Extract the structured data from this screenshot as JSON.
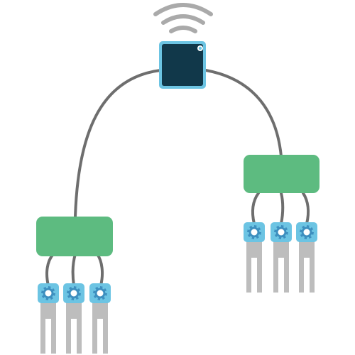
{
  "diagram": {
    "hub": {
      "icon": "wifi-signal-icon",
      "device": "gateway-device"
    },
    "groups": [
      {
        "id": "left",
        "node": "hub-node",
        "sensors": [
          {
            "icon": "gear-icon",
            "probe": "soil-probe"
          },
          {
            "icon": "gear-icon",
            "probe": "soil-probe"
          },
          {
            "icon": "gear-icon",
            "probe": "soil-probe"
          }
        ]
      },
      {
        "id": "right",
        "node": "hub-node",
        "sensors": [
          {
            "icon": "gear-icon",
            "probe": "soil-probe"
          },
          {
            "icon": "gear-icon",
            "probe": "soil-probe"
          },
          {
            "icon": "gear-icon",
            "probe": "soil-probe"
          }
        ]
      }
    ]
  },
  "colors": {
    "device": "#11384A",
    "device_border": "#6CC4E3",
    "node": "#5DBB80",
    "wire": "#6E6E6E",
    "wifi": "#AAAAAA",
    "sensor_box": "#6CC4E3",
    "gear": "#3D8FBF",
    "probe": "#BDBDBD"
  }
}
